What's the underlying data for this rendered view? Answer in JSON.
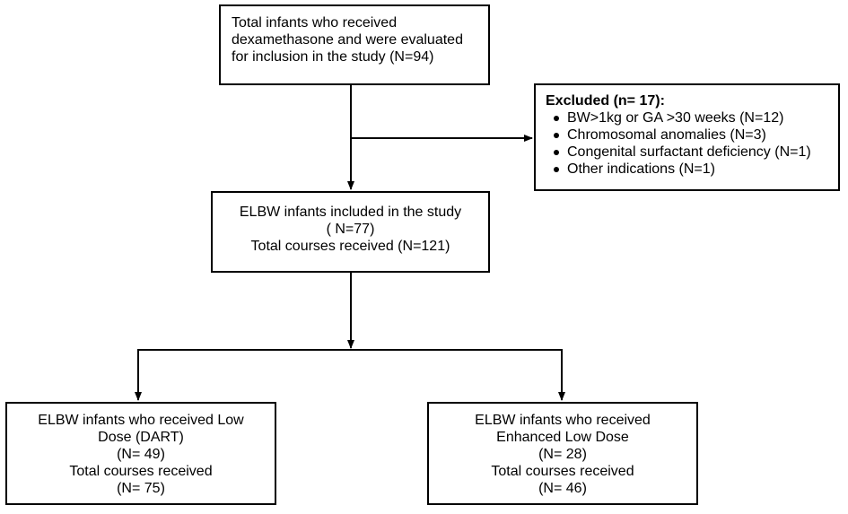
{
  "total_box": {
    "lines": [
      "Total infants who received",
      "dexamethasone and were evaluated",
      "for inclusion in the study (N=94)"
    ]
  },
  "excluded_box": {
    "title": "Excluded (n= 17):",
    "items": [
      "BW>1kg or GA >30 weeks (N=12)",
      "Chromosomal anomalies (N=3)",
      "Congenital surfactant deficiency (N=1)",
      "Other indications (N=1)"
    ]
  },
  "included_box": {
    "lines": [
      "ELBW infants included in the study",
      "( N=77)",
      "Total courses received (N=121)"
    ]
  },
  "low_dose_box": {
    "lines": [
      "ELBW infants who received Low",
      "Dose (DART)",
      "(N= 49)",
      "Total courses received",
      "(N= 75)"
    ]
  },
  "enhanced_box": {
    "lines": [
      "ELBW infants who received",
      "Enhanced Low Dose",
      "(N= 28)",
      "Total courses received",
      "(N= 46)"
    ]
  }
}
